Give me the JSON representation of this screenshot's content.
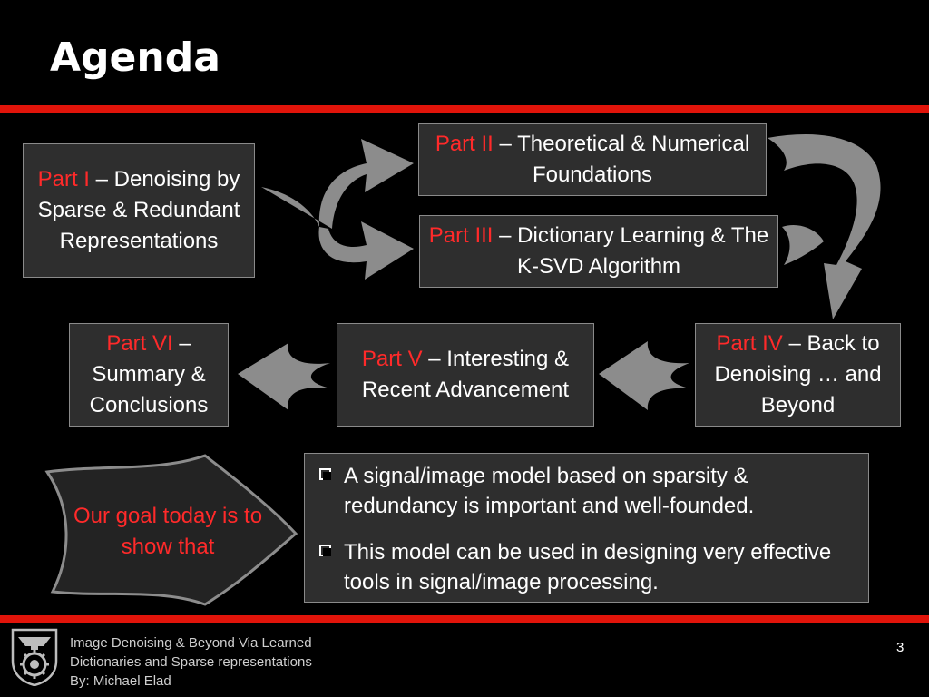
{
  "slide": {
    "title": "Agenda",
    "page_number": "3"
  },
  "parts": {
    "part1": {
      "label": "Part I",
      "text": " – Denoising by Sparse & Redundant Representations"
    },
    "part2": {
      "label": "Part II",
      "text": " – Theoretical & Numerical Foundations"
    },
    "part3": {
      "label": "Part III",
      "text": " – Dictionary Learning & The K-SVD Algorithm"
    },
    "part4": {
      "label": "Part IV",
      "text": " – Back to Denoising … and Beyond"
    },
    "part5": {
      "label": "Part V",
      "text": " – Interesting & Recent Advancement"
    },
    "part6": {
      "label": "Part VI",
      "text": " – Summary & Conclusions"
    }
  },
  "goal": {
    "text": "Our goal today is to show that"
  },
  "bullets": [
    "A signal/image model based on sparsity & redundancy is important and well-founded.",
    "This model can be used in designing very effective tools in signal/image processing."
  ],
  "footer": {
    "line1": "Image Denoising & Beyond Via Learned",
    "line2": "Dictionaries and Sparse representations",
    "line3": "By: Michael Elad"
  },
  "colors": {
    "accent_red": "#e1140a",
    "highlight_red": "#ff2a2a",
    "box_fill": "#2e2e2e",
    "arrow_fill": "#8c8c8c"
  },
  "icons": {
    "logo": "technion-logo-icon"
  }
}
